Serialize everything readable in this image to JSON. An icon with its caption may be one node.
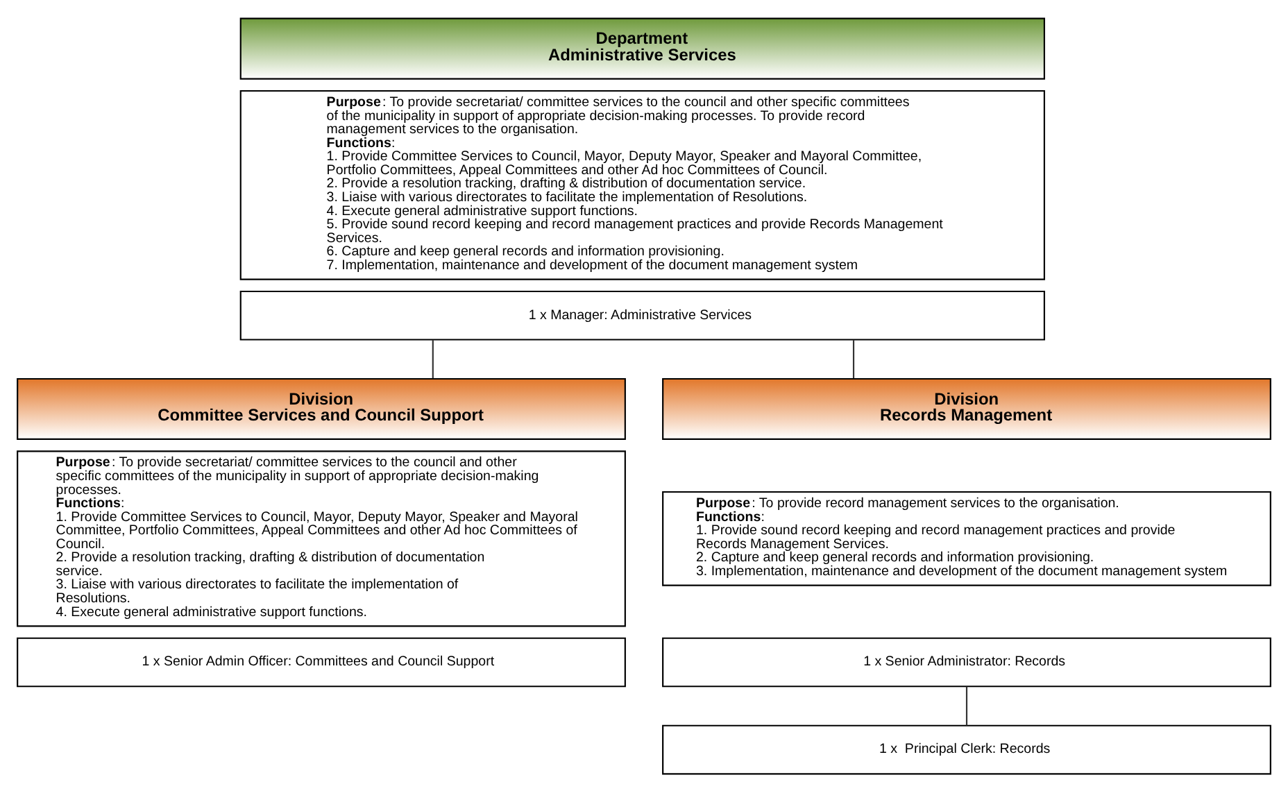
{
  "diagram": {
    "nodes": [
      {
        "text": [
          "Department",
          "Administrative Services"
        ]
      },
      {
        "text": [
          "**Purpose**: To provide secretariat/ committee services to the council and other specific committees of the municipality in support of appropriate decision-making processes. To provide record management services to the organisation.",
          "**Functions**:",
          "1. Provide Committee Services to Council, Mayor, Deputy Mayor, Speaker and Mayoral Committee, Portfolio Committees, Appeal Committees and other Ad hoc Committees of Council.",
          "2. Provide a resolution tracking, drafting & distribution of documentation service.",
          "3. Liaise with various directorates to facilitate the implementation of Resolutions.",
          "4. Execute general administrative support functions.",
          "5. Provide sound record keeping and record management practices and provide Records Management Services.",
          "6. Capture and keep general records and information provisioning.",
          "7. Implementation, maintenance and development of the document management system"
        ]
      },
      {
        "text": [
          "1 x Manager: Administrative Services"
        ]
      },
      {
        "text": [
          "Division",
          "Committee Services and Council Support"
        ]
      },
      {
        "text": [
          "**Purpose**: To provide secretariat/ committee services to the council and other specific committees of the municipality in support of appropriate decision-making processes.",
          "**Functions**:",
          "1. Provide Committee Services to Council, Mayor, Deputy Mayor, Speaker and Mayoral Committee, Portfolio Committees, Appeal Committees and other Ad hoc Committees of Council.",
          "2. Provide a resolution tracking, drafting & distribution of documentation service.",
          "3. Liaise with various directorates to facilitate the implementation of Resolutions.",
          "4. Execute general administrative support functions."
        ]
      },
      {
        "text": [
          "1 x Senior Admin Officer: Committees and Council Support"
        ]
      },
      {
        "text": [
          "Division",
          "Records Management"
        ]
      },
      {
        "text": [
          "**Purpose**: To provide record management services to the organisation.",
          "**Functions**:",
          "1. Provide sound record keeping and record management practices and provide Records Management Services.",
          "2. Capture and keep general records and information provisioning.",
          "3. Implementation, maintenance and development of the document management system"
        ]
      },
      {
        "text": [
          "1 x Senior Administrator: Records"
        ]
      },
      {
        "text": [
          "1 x  Principal Clerk: Records"
        ]
      }
    ],
    "edges": [
      {
        "from": 2,
        "to": 3,
        "arrow": "none"
      },
      {
        "from": 2,
        "to": 6,
        "arrow": "none"
      },
      {
        "from": 8,
        "to": 9,
        "arrow": "none"
      }
    ]
  }
}
